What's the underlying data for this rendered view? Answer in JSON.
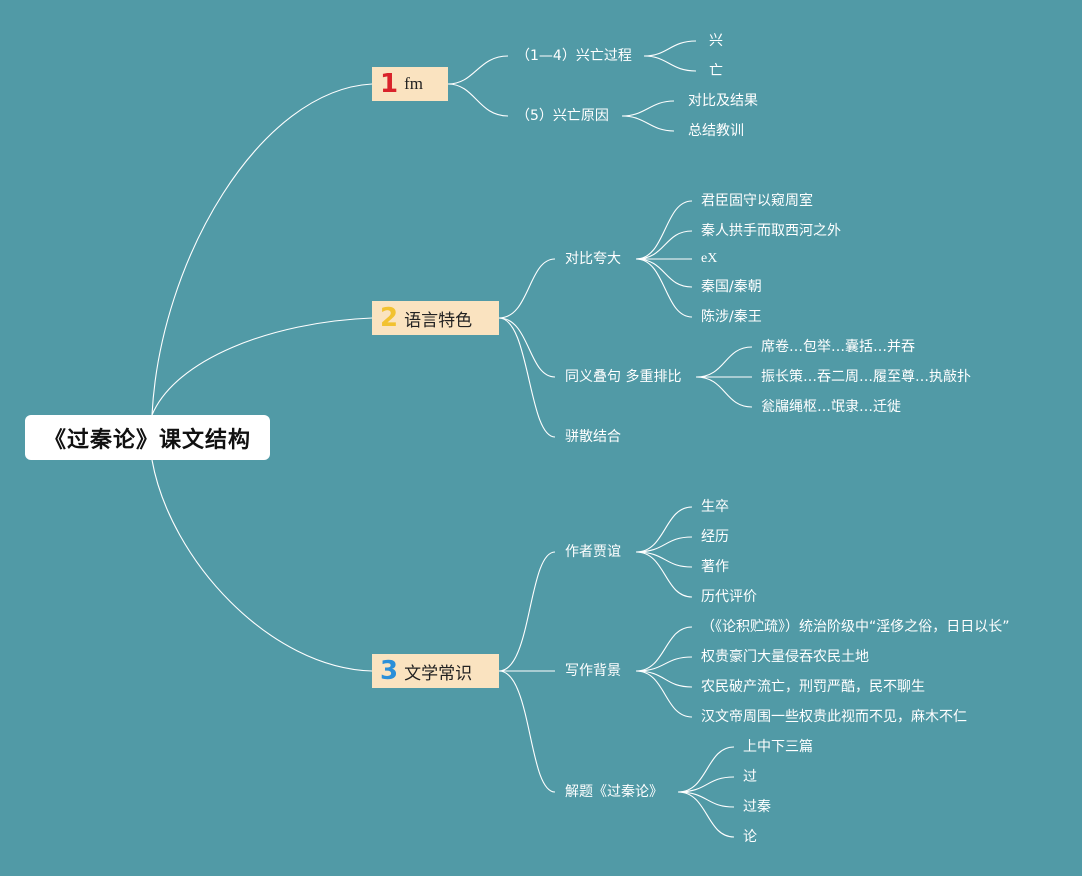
{
  "root": {
    "title": "《过秦论》课文结构"
  },
  "colors": {
    "background": "#519aa6",
    "branch_bg": "#fae3c0",
    "num1": "#d9232a",
    "num2": "#f2c230",
    "num3": "#2b8fd9"
  },
  "branches": [
    {
      "num": "1",
      "label": "fm",
      "children": [
        {
          "label": "（1—4）兴亡过程",
          "children": [
            "兴",
            "亡"
          ]
        },
        {
          "label": "（5）兴亡原因",
          "children": [
            "对比及结果",
            "总结教训"
          ]
        }
      ]
    },
    {
      "num": "2",
      "label": "语言特色",
      "children": [
        {
          "label": "对比夸大",
          "children": [
            "君臣固守以窥周室",
            "秦人拱手而取西河之外",
            "eX",
            "秦国/秦朝",
            "陈涉/秦王"
          ]
        },
        {
          "label": "同义叠句 多重排比",
          "children": [
            "席卷…包举…囊括…并吞",
            "振长策…吞二周…履至尊…执敲扑",
            "瓮牖绳枢…氓隶…迁徙"
          ]
        },
        {
          "label": "骈散结合",
          "children": []
        }
      ]
    },
    {
      "num": "3",
      "label": "文学常识",
      "children": [
        {
          "label": "作者贾谊",
          "children": [
            "生卒",
            "经历",
            "著作",
            "历代评价"
          ]
        },
        {
          "label": "写作背景",
          "children": [
            "（《论积贮疏》）统治阶级中“淫侈之俗，日日以长”",
            "权贵豪门大量侵吞农民土地",
            "农民破产流亡，刑罚严酷，民不聊生",
            "汉文帝周围一些权贵此视而不见，麻木不仁"
          ]
        },
        {
          "label": "解题《过秦论》",
          "children": [
            "上中下三篇",
            "过",
            "过秦",
            "论"
          ]
        }
      ]
    }
  ]
}
